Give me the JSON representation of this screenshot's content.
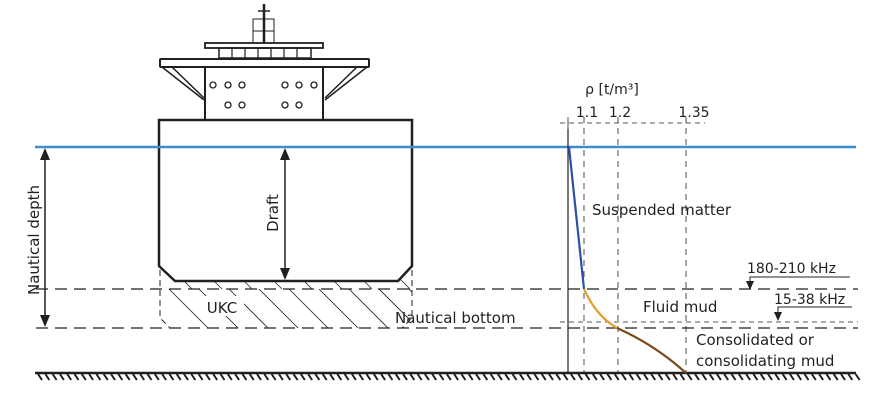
{
  "figure": {
    "labels": {
      "nautical_depth": "Nautical depth",
      "draft": "Draft",
      "ukc": "UKC",
      "nautical_bottom": "Nautical bottom",
      "density_axis": "ρ [t/m³]",
      "suspended_matter": "Suspended matter",
      "fluid_mud": "Fluid mud",
      "consolidated_line1": "Consolidated or",
      "consolidated_line2": "consolidating mud",
      "freq_high": "180-210 kHz",
      "freq_low": "15-38 kHz"
    },
    "density_ticks": [
      "1.1",
      "1.2",
      "1.35"
    ],
    "colors": {
      "water_line": "#3d8ccc",
      "suspended_curve": "#2e4fa8",
      "fluid_mud_curve": "#e0a030",
      "consolidated_curve": "#7a4a1a",
      "ink": "#231f20"
    }
  }
}
